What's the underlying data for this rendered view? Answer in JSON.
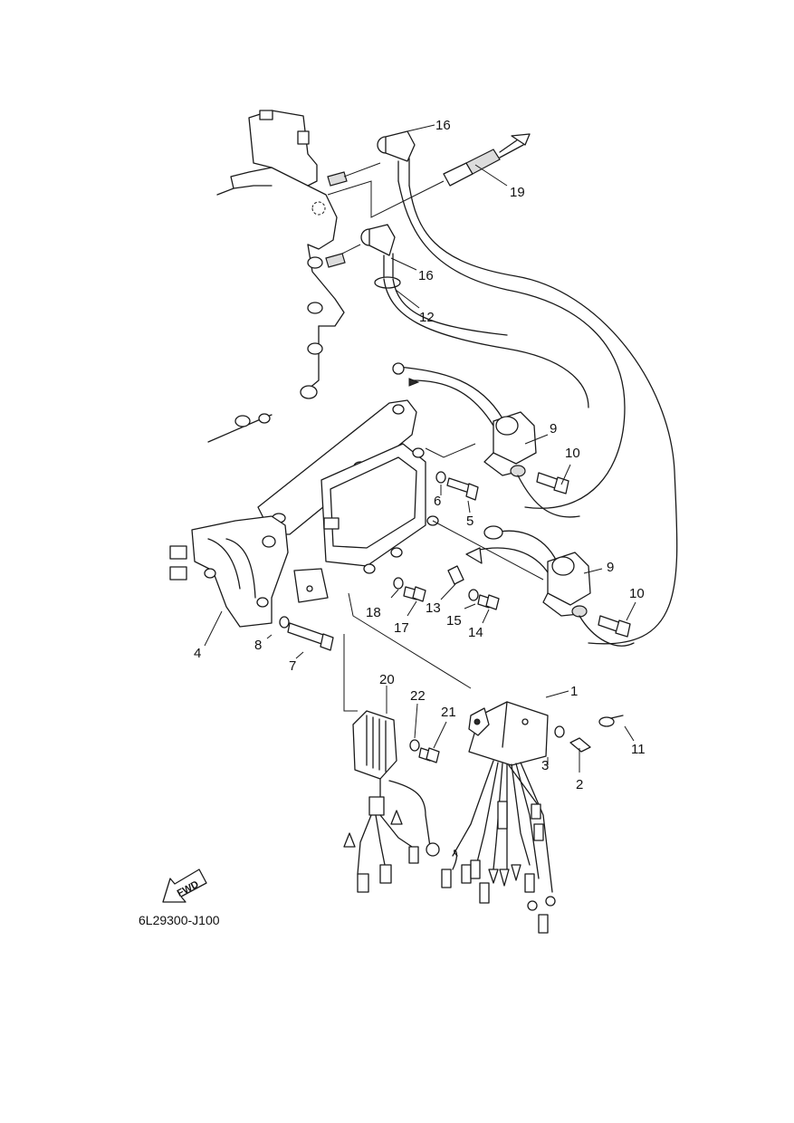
{
  "diagram": {
    "code": "6L29300-J100",
    "fwd_label": "FWD",
    "callouts": {
      "c1": "1",
      "c2": "2",
      "c3": "3",
      "c4": "4",
      "c5": "5",
      "c6": "6",
      "c7": "7",
      "c8": "8",
      "c9a": "9",
      "c9b": "9",
      "c10a": "10",
      "c10b": "10",
      "c11": "11",
      "c12": "12",
      "c13": "13",
      "c14": "14",
      "c15": "15",
      "c16a": "16",
      "c16b": "16",
      "c17": "17",
      "c18": "18",
      "c19": "19",
      "c20": "20",
      "c21": "21",
      "c22": "22"
    }
  }
}
